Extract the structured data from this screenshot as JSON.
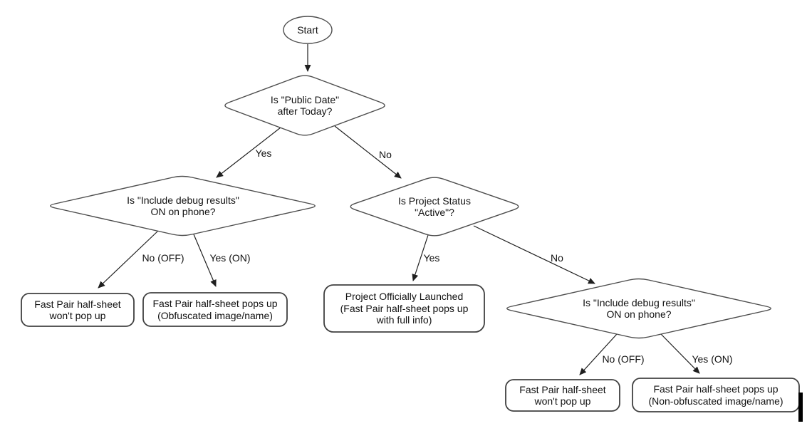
{
  "diagram": {
    "type": "flowchart",
    "colors": {
      "background": "#ffffff",
      "shape_fill": "#ffffff",
      "shape_stroke": "#4d4d4d",
      "arrow": "#1f1f1f",
      "text": "#111111"
    },
    "nodes": [
      {
        "id": "start",
        "shape": "terminator",
        "label": "Start"
      },
      {
        "id": "decision-public-date",
        "shape": "decision",
        "label": "Is \"Public Date\"\nafter Today?"
      },
      {
        "id": "decision-debug-left",
        "shape": "decision",
        "label": "Is \"Include debug results\"\nON on phone?"
      },
      {
        "id": "decision-project-status",
        "shape": "decision",
        "label": "Is Project Status\n\"Active\"?"
      },
      {
        "id": "decision-debug-right",
        "shape": "decision",
        "label": "Is \"Include debug results\"\nON on phone?"
      },
      {
        "id": "outcome-no-popup-left",
        "shape": "rounded-rect",
        "label": "Fast Pair half-sheet\nwon't pop up"
      },
      {
        "id": "outcome-obfuscated",
        "shape": "rounded-rect",
        "label": "Fast Pair half-sheet pops up\n(Obfuscated image/name)"
      },
      {
        "id": "outcome-launched",
        "shape": "rounded-rect",
        "label": "Project Officially Launched\n(Fast Pair half-sheet pops up\nwith full info)"
      },
      {
        "id": "outcome-no-popup-right",
        "shape": "rounded-rect",
        "label": "Fast Pair half-sheet\nwon't pop up"
      },
      {
        "id": "outcome-non-obfuscated",
        "shape": "rounded-rect",
        "label": "Fast Pair half-sheet pops up\n(Non-obfuscated image/name)"
      }
    ],
    "edges": [
      {
        "from": "start",
        "to": "decision-public-date",
        "label": ""
      },
      {
        "from": "decision-public-date",
        "to": "decision-debug-left",
        "label": "Yes"
      },
      {
        "from": "decision-public-date",
        "to": "decision-project-status",
        "label": "No"
      },
      {
        "from": "decision-debug-left",
        "to": "outcome-no-popup-left",
        "label": "No (OFF)"
      },
      {
        "from": "decision-debug-left",
        "to": "outcome-obfuscated",
        "label": "Yes (ON)"
      },
      {
        "from": "decision-project-status",
        "to": "outcome-launched",
        "label": "Yes"
      },
      {
        "from": "decision-project-status",
        "to": "decision-debug-right",
        "label": "No"
      },
      {
        "from": "decision-debug-right",
        "to": "outcome-no-popup-right",
        "label": "No (OFF)"
      },
      {
        "from": "decision-debug-right",
        "to": "outcome-non-obfuscated",
        "label": "Yes (ON)"
      }
    ]
  }
}
